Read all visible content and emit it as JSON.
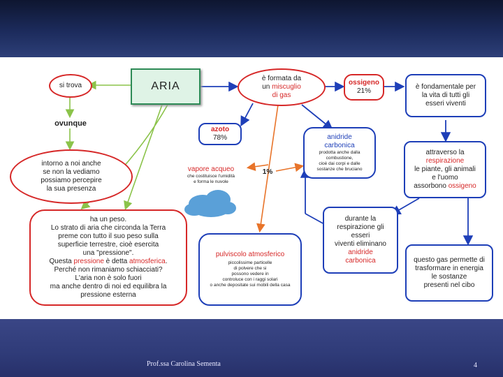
{
  "slide": {
    "author": "Prof.ssa Carolina Sementa",
    "page": "4"
  },
  "nodes": {
    "aria": "ARIA",
    "si_trova": "si trova",
    "ovunque": "ovunque",
    "intorno": [
      "intorno a noi anche",
      "se non la vediamo",
      "possiamo percepire",
      "la sua presenza"
    ],
    "formata": [
      "è formata da",
      "un",
      "miscuglio",
      "di gas"
    ],
    "ossigeno_name": "ossigeno",
    "ossigeno_pct": "21%",
    "fondamentale": [
      "è fondamentale per",
      "la vita di tutti gli",
      "esseri viventi"
    ],
    "azoto_name": "azoto",
    "azoto_pct": "78%",
    "anidride_title": [
      "anidride",
      "carbonica"
    ],
    "anidride_desc": [
      "prodotta anche dalla",
      "combustione,",
      "cioè dai corpi e dalle",
      "sostanze che bruciano"
    ],
    "vapore_name": "vapore acqueo",
    "vapore_desc": [
      "che costituisce l'umidità",
      "e forma le nuvole"
    ],
    "one_percent": "1%",
    "respirazione": [
      "attraverso la",
      "respirazione",
      "le piante, gli animali",
      "e l'uomo",
      "assorbono",
      "ossigeno"
    ],
    "peso": [
      "ha un peso.",
      "Lo strato di aria che circonda la Terra",
      "preme con tutto il suo peso sulla",
      "superficie terrestre, cioè esercita",
      "una \"pressione\".",
      "Questa",
      "pressione",
      "è detta",
      "atmosferica",
      ".",
      "Perché non rimaniamo schiacciati?",
      "L'aria non è solo fuori",
      "ma anche dentro di noi ed equilibra la",
      "pressione esterna"
    ],
    "pulviscolo_title": "pulviscolo atmosferico",
    "pulviscolo_desc": [
      "piccolissime particelle",
      "di polvere che si",
      "possono vedere in",
      "controluce con i raggi solari",
      "o anche depositate sui mobili della casa"
    ],
    "durante": [
      "durante la",
      "respirazione gli",
      "esseri",
      "viventi eliminano",
      "anidride",
      "carbonica"
    ],
    "questo_gas": [
      "questo gas permette di",
      "trasformare in energia",
      "le sostanze",
      "presenti nel cibo"
    ]
  },
  "colors": {
    "red": "#d62828",
    "blue": "#1e3fb8",
    "green": "#8bc34a",
    "orange": "#e8742a",
    "cloud": "#5aa0d8",
    "aria_fill": "#dff3e6"
  }
}
